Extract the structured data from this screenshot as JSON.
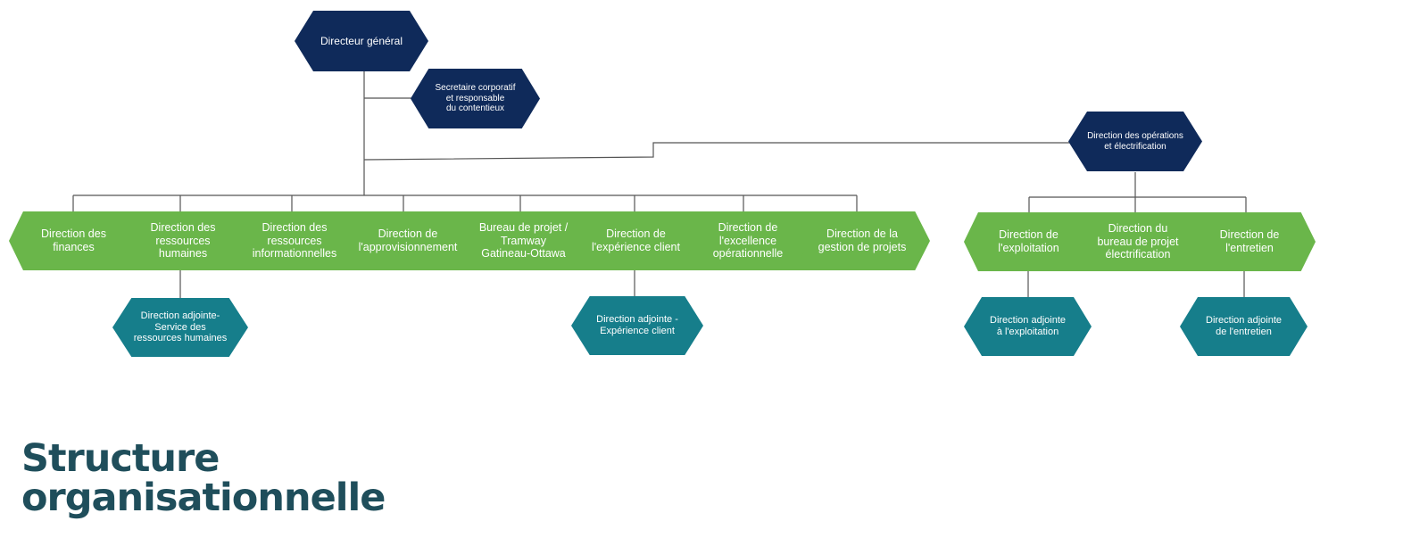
{
  "title": "Structure\norganisationnelle",
  "colors": {
    "executive": "#0f2a5a",
    "direction": "#6ab64a",
    "deputy": "#167e8b",
    "connector": "#555555",
    "title": "#1f4e5b"
  },
  "nodes": {
    "directeur_general": "Directeur général",
    "secretaire": "Secretaire corporatif\net responsable\ndu contentieux",
    "dir_operations": "Direction des opérations\net électrification",
    "directions": [
      "Direction des\nfinances",
      "Direction des\nressources\nhumaines",
      "Direction des\nressources\ninformationnelles",
      "Direction de\nl'approvisionnement",
      "Bureau de projet /\nTramway\nGatineau-Ottawa",
      "Direction de\nl'expérience client",
      "Direction de\nl'excellence\nopérationnelle",
      "Direction de la\ngestion de projets"
    ],
    "operations_directions": [
      "Direction de\nl'exploitation",
      "Direction du\nbureau de projet\nélectrification",
      "Direction de\nl'entretien"
    ],
    "adjointes": [
      "Direction adjointe-\nService des\nressources humaines",
      "Direction adjointe -\nExpérience client",
      "Direction adjointe\nà l'exploitation",
      "Direction adjointe\nde l'entretien"
    ]
  }
}
